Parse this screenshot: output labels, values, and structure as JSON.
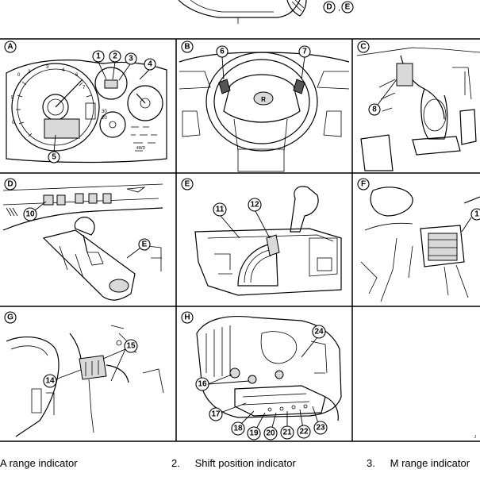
{
  "top_strip": {
    "callouts": [
      "D",
      "E"
    ],
    "separator": ","
  },
  "panels": [
    {
      "label": "A",
      "callouts": [
        "1",
        "2",
        "3",
        "4",
        "5"
      ]
    },
    {
      "label": "B",
      "callouts": [
        "6",
        "7"
      ]
    },
    {
      "label": "C",
      "callouts": [
        "8"
      ]
    },
    {
      "label": "D",
      "callouts": [
        "10",
        "E"
      ]
    },
    {
      "label": "E",
      "callouts": [
        "11",
        "12"
      ]
    },
    {
      "label": "F",
      "callouts": [
        "1"
      ]
    },
    {
      "label": "G",
      "callouts": [
        "14",
        "15"
      ]
    },
    {
      "label": "H",
      "callouts": [
        "16",
        "17",
        "18",
        "19",
        "20",
        "21",
        "22",
        "23",
        "24"
      ]
    },
    {
      "label": "",
      "callouts": []
    }
  ],
  "legend": [
    {
      "num": "",
      "text": "A range indicator"
    },
    {
      "num": "2.",
      "text": "Shift position indicator"
    },
    {
      "num": "3.",
      "text": "M range indicator"
    }
  ],
  "corner_mark": "J"
}
